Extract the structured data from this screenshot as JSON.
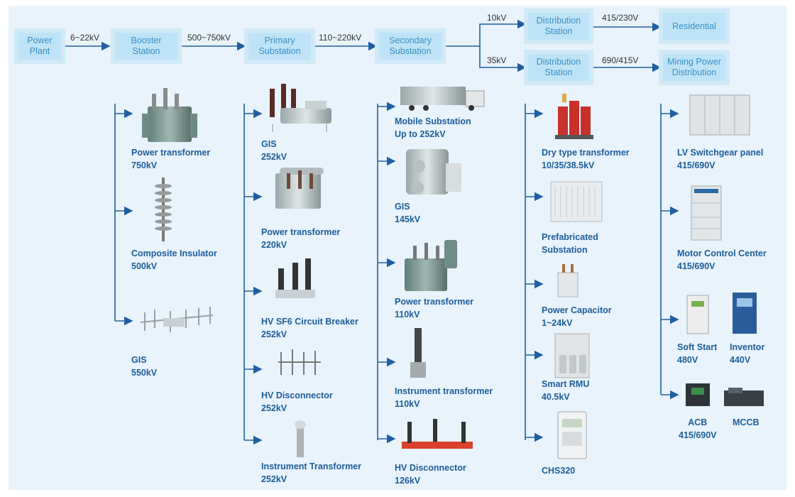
{
  "flow": {
    "nodes": {
      "power_plant": [
        "Power",
        "Plant"
      ],
      "booster": [
        "Booster",
        "Station"
      ],
      "primary": [
        "Primary",
        "Substation"
      ],
      "secondary": [
        "Secondary",
        "Substation"
      ],
      "dist1": [
        "Distribution",
        "Station"
      ],
      "dist2": [
        "Distribution",
        "Station"
      ],
      "residential": [
        "Residential"
      ],
      "mining": [
        "Mining Power",
        "Distribution"
      ]
    },
    "voltages": {
      "v1": "6~22kV",
      "v2": "500~750kV",
      "v3": "110~220kV",
      "v4": "10kV",
      "v5": "35kV",
      "v6": "415/230V",
      "v7": "690/415V"
    }
  },
  "columns": {
    "booster": [
      {
        "name": "Power transformer",
        "spec": "750kV"
      },
      {
        "name": "Composite Insulator",
        "spec": "500kV"
      },
      {
        "name": "GIS",
        "spec": "550kV"
      }
    ],
    "primary": [
      {
        "name": "GIS",
        "spec": "252kV"
      },
      {
        "name": "Power transformer",
        "spec": "220kV"
      },
      {
        "name": "HV SF6 Circuit Breaker",
        "spec": "252kV"
      },
      {
        "name": "HV Disconnector",
        "spec": "252kV"
      },
      {
        "name": "Instrument Transformer",
        "spec": "252kV"
      }
    ],
    "secondary": [
      {
        "name": "Mobile Substation",
        "spec": "Up to 252kV"
      },
      {
        "name": "GIS",
        "spec": "145kV"
      },
      {
        "name": "Power transformer",
        "spec": "110kV"
      },
      {
        "name": "Instrument  transformer",
        "spec": "110kV"
      },
      {
        "name": "HV Disconnector",
        "spec": "126kV"
      }
    ],
    "distribution": [
      {
        "name": "Dry type  transformer",
        "spec": "10/35/38.5kV"
      },
      {
        "name": "Prefabricated",
        "spec": "Substation"
      },
      {
        "name": "Power Capacitor",
        "spec": "1~24kV"
      },
      {
        "name": "Smart RMU",
        "spec": "40.5kV"
      },
      {
        "name": "CHS320",
        "spec": ""
      }
    ],
    "consumer": [
      {
        "name": "LV Switchgear panel",
        "spec": "415/690V"
      },
      {
        "name": "Motor Control  Center",
        "spec": "415/690V"
      },
      {
        "name": "Soft Start",
        "spec": "480V"
      },
      {
        "name": "Inventor",
        "spec": "440V"
      },
      {
        "name": "ACB",
        "spec": "415/690V"
      },
      {
        "name": "MCCB",
        "spec": ""
      }
    ]
  },
  "colors": {
    "arrow": "#1f5fa0",
    "node_fill": "#bfe3f6",
    "node_text": "#3a8fc7",
    "item_text": "#1c5d9a",
    "panel": "#e8f3fb"
  }
}
